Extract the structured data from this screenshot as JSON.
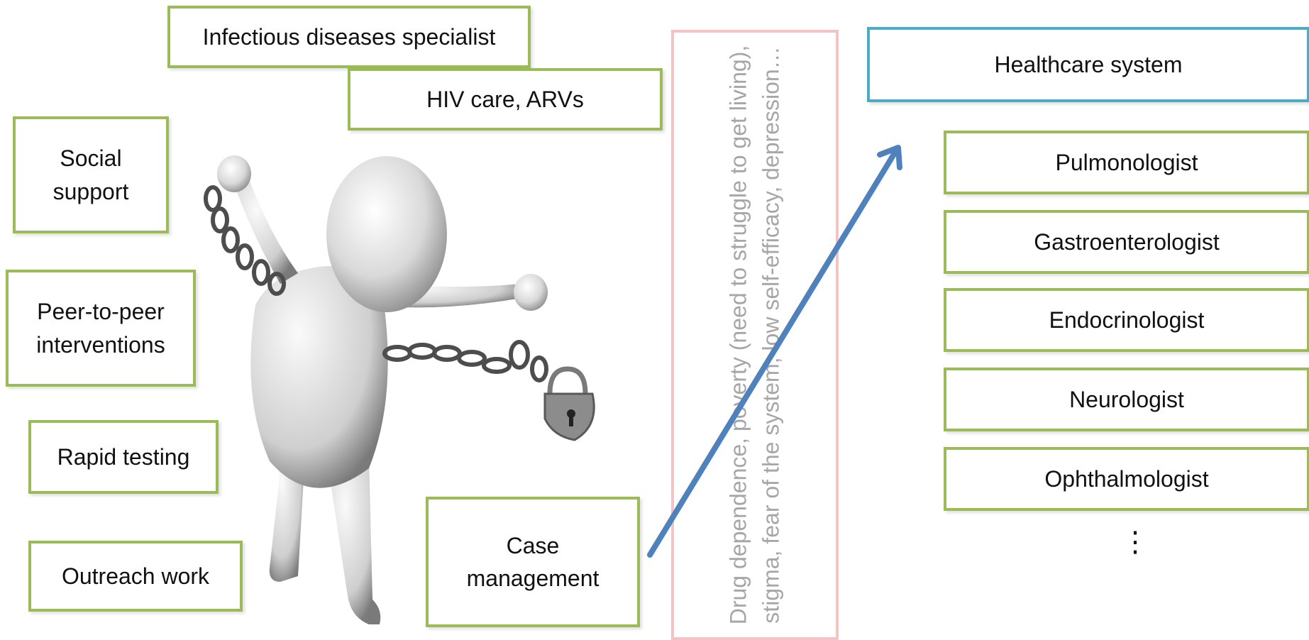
{
  "left_services": {
    "infectious": "Infectious diseases specialist",
    "hiv": "HIV care, ARVs",
    "social": "Social\nsupport",
    "peer": "Peer-to-peer\ninterventions",
    "rapid": "Rapid testing",
    "outreach": "Outreach work",
    "case": "Case\nmanagement"
  },
  "barrier": {
    "text": "Drug dependence, poverty (need to struggle to get living), stigma, fear of the system, low self-efficacy, depression…"
  },
  "healthcare": {
    "title": "Healthcare system",
    "specialists": [
      "Pulmonologist",
      "Gastroenterologist",
      "Endocrinologist",
      "Neurologist",
      "Ophthalmologist"
    ],
    "more": "⋮"
  },
  "colors": {
    "service_border": "#9bbb59",
    "system_border": "#4bacc6",
    "barrier_border": "#f2c4c3",
    "barrier_text": "#a6a6a6",
    "arrow": "#4f81bd"
  }
}
